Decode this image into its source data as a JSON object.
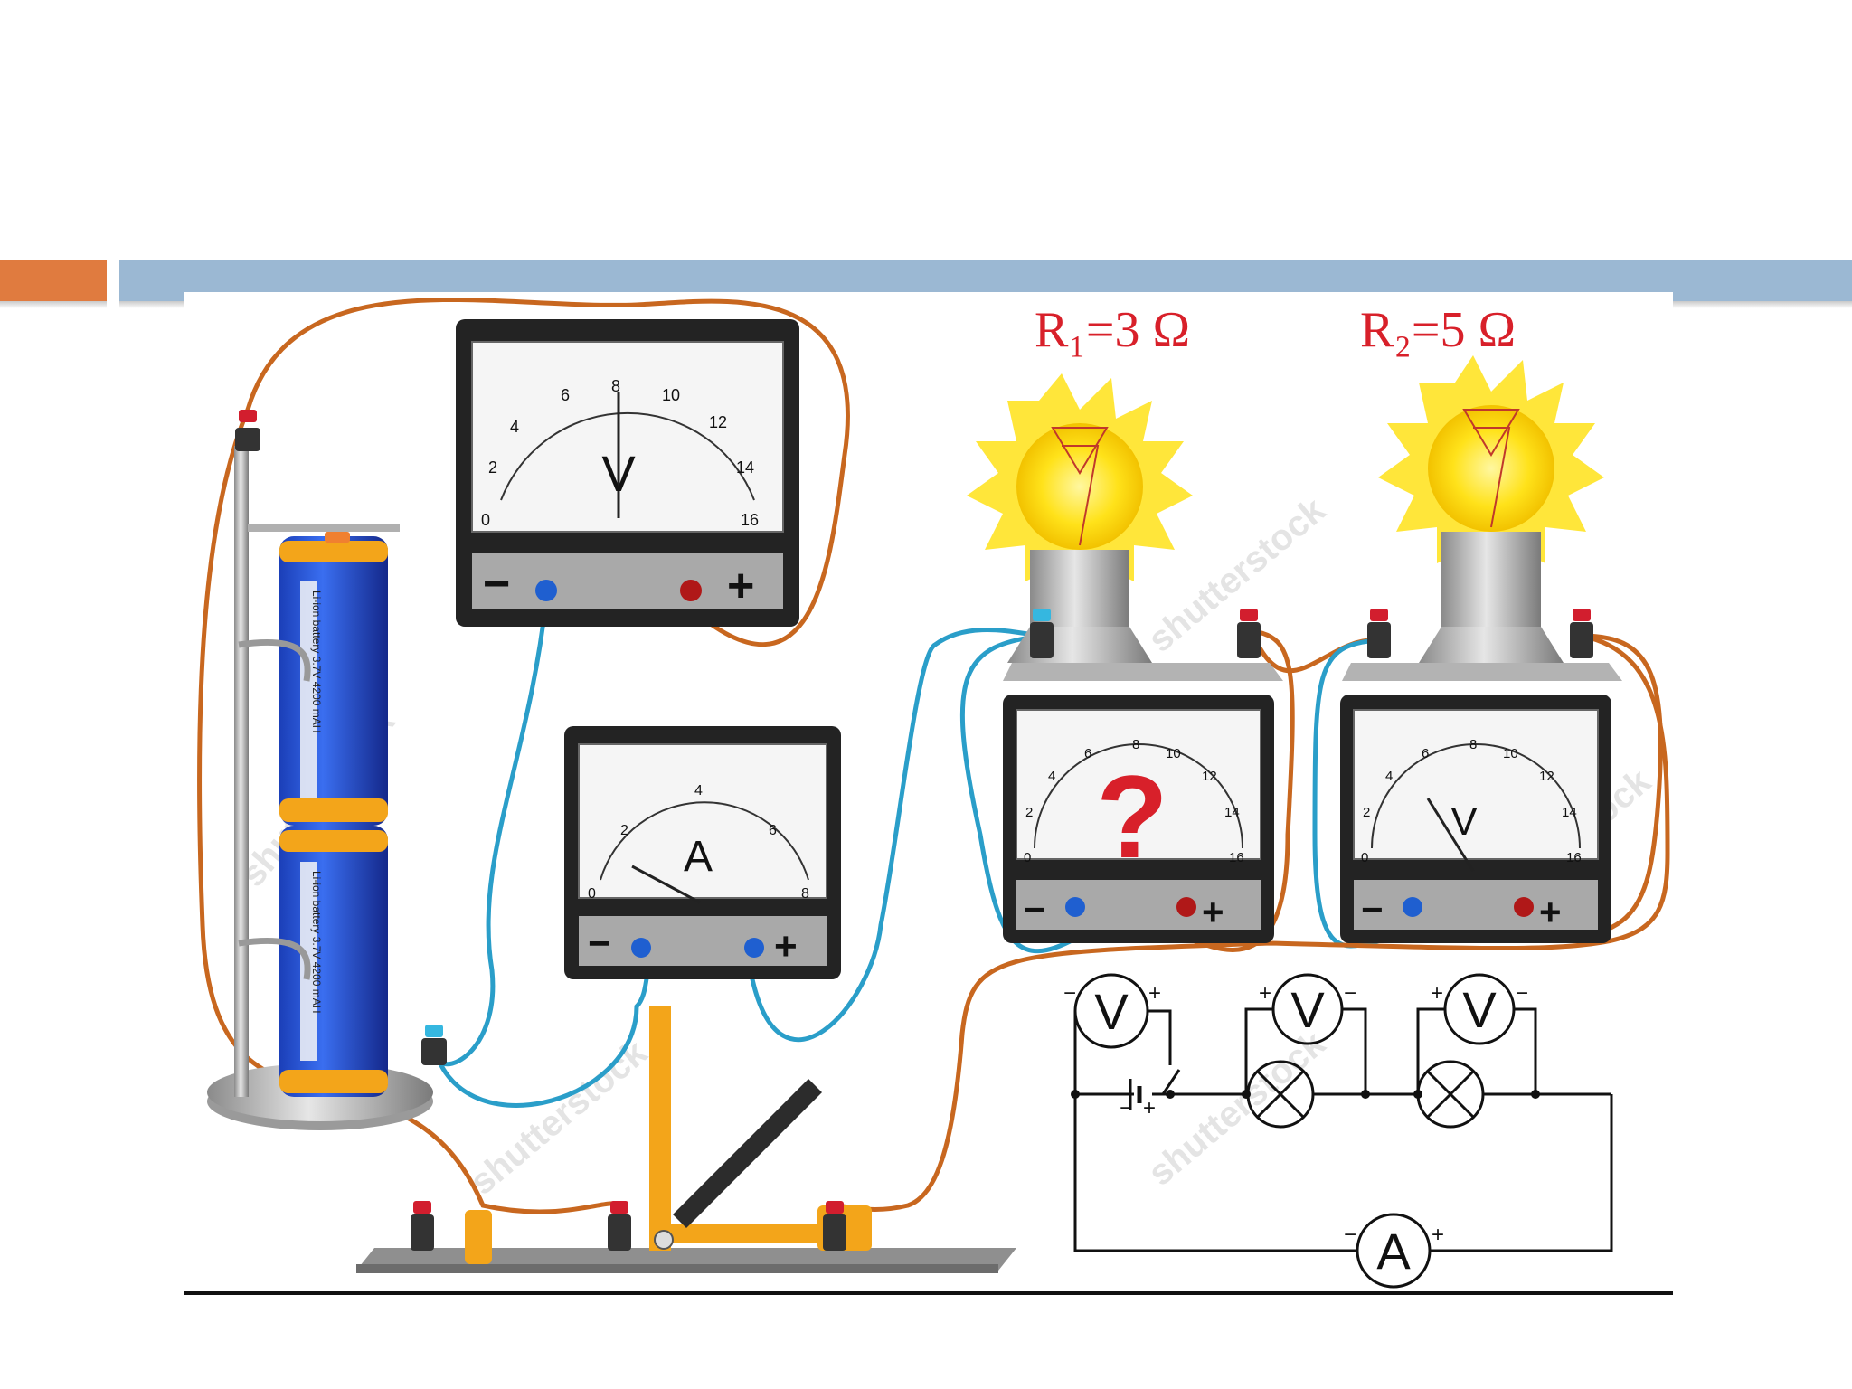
{
  "slide": {
    "accent_color": "#e07b3f",
    "band_color": "#9bb8d3"
  },
  "circuit": {
    "r1_label": "R₁=3 Ω",
    "r2_label": "R₂=5 Ω",
    "question_mark": "?",
    "label_color": "#d8202a",
    "voltmeter_top": {
      "symbol": "V",
      "scale": [
        "0",
        "2",
        "4",
        "6",
        "8",
        "10",
        "12",
        "14",
        "16"
      ]
    },
    "ammeter": {
      "symbol": "A",
      "scale": [
        "0",
        "2",
        "4",
        "6",
        "8"
      ]
    },
    "voltmeter_r1": {
      "scale": [
        "0",
        "2",
        "4",
        "6",
        "8",
        "10",
        "12",
        "14",
        "16"
      ]
    },
    "voltmeter_r2": {
      "symbol": "V",
      "scale": [
        "0",
        "2",
        "4",
        "6",
        "8",
        "10",
        "12",
        "14",
        "16"
      ]
    },
    "terminal_minus": "−",
    "terminal_plus": "+",
    "battery_label": "Li-ion battery   3.7V   4200 mAH",
    "watermark": "shutterstock",
    "schematic": {
      "v_symbol": "V",
      "a_symbol": "A",
      "minus": "−",
      "plus": "+"
    }
  }
}
